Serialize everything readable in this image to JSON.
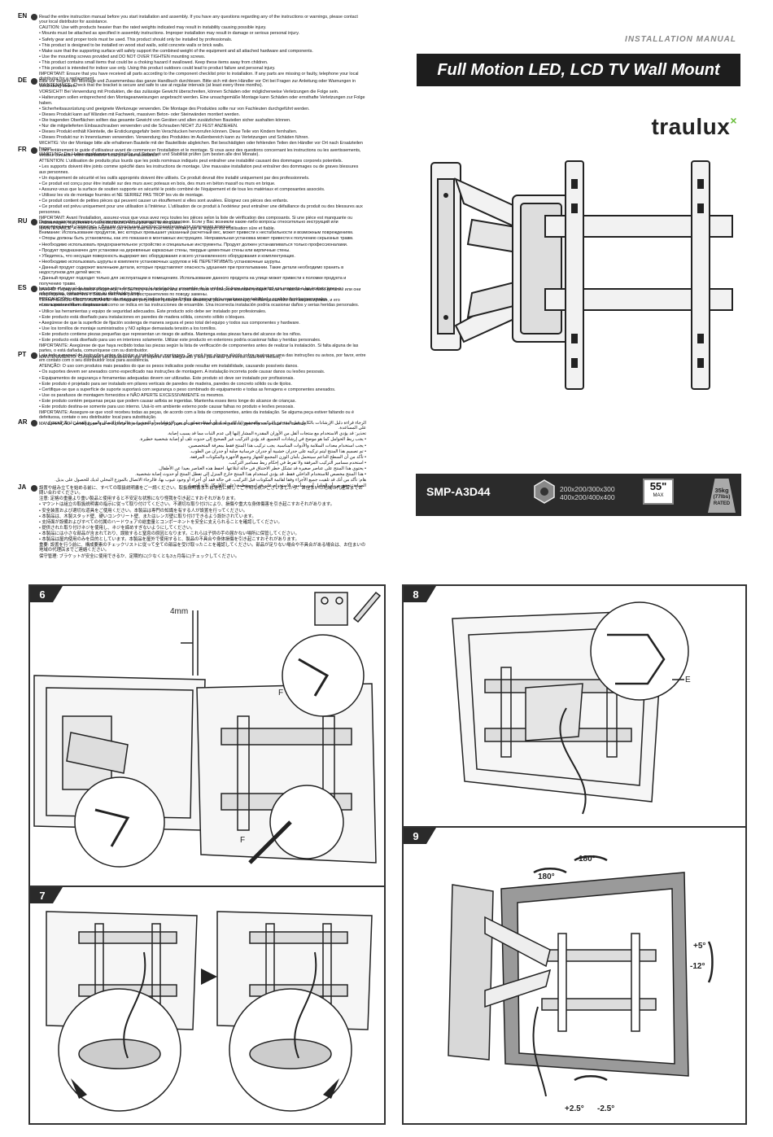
{
  "header": {
    "manual_label": "INSTALLATION MANUAL",
    "title": "Full Motion LED, LCD TV Wall Mount",
    "brand": "traulux",
    "brand_mark": "×"
  },
  "specs": {
    "model": "SMP-A3D44",
    "vesa_line1": "200x200/300x300",
    "vesa_line2": "400x200/400x400",
    "screen_size": "55\"",
    "screen_max": "MAX",
    "load_line1": "35kg",
    "load_line2": "(77lbs)",
    "load_line3": "RATED"
  },
  "languages": [
    {
      "code": "EN",
      "paragraphs": [
        "Read the entire instruction manual before you start installation and assembly. If you have any questions regarding any of the instructions or warnings, please contact your local distributor for assistance.",
        "CAUTION: Use with products heavier than the rated weights indicated may result in instability causing possible injury.",
        "• Mounts must be attached as specified in assembly instructions. Improper installation may result in damage or serious personal injury.",
        "• Safety gear and proper tools must be used. This product should only be installed by professionals.",
        "• This product is designed to be installed on wood stud walls, solid concrete walls or brick walls.",
        "• Make sure that the supporting surface will safely support the combined weight of the equipment and all attached hardware and components.",
        "• Use the mounting screws provided and DO NOT OVER TIGHTEN mounting screws.",
        "• This product contains small items that could be a choking hazard if swallowed. Keep these items away from children.",
        "• This product is intended for indoor use only. Using this product outdoors could lead to product failure and personal injury.",
        "IMPORTANT: Ensure that you have received all parts according to the component checklist prior to installation. If any parts are missing or faulty, telephone your local distributor for a replacement.",
        "MAINTENANCE: Check that the bracket is secure and safe to use at regular intervals (at least every three months)."
      ]
    },
    {
      "code": "DE",
      "paragraphs": [
        "Bitte vor Beginn der Montage und Zusammenbau das ganze Handbuch durchlesen. Bitte sich mit dem Händler vor Ort bei Fragen zur Anleitung oder Warnungen in Verbindung setzen.",
        "VORSICHT! Bei Verwendung mit Produkten, die das zulässige Gewicht überschreiten, können Schäden oder möglicherweise Verletzungen die Folge sein.",
        "• Halterungen sollen entsprechend den Montageanweisungen angebracht werden. Eine unsachgemäße Montage kann Schäden oder ernsthafte Verletzungen zur Folge haben.",
        "• Sicherheitsausrüstung und geeignete Werkzeuge verwenden. Die Montage des Produktes sollte nur von Fachleuten durchgeführt werden.",
        "• Dieses Produkt kann auf Wänden mit Fachwerk, massiven Beton- oder Steinwänden montiert werden.",
        "• Die tragenden Oberflächen sollten das gesamte Gewicht von Geräten und allen zusätzlichen Bauteilen sicher aushalten können.",
        "• Nur die mitgelieferten Einbauschrauben verwenden und die Schrauben NICHT ZU FEST ANZIEHEN.",
        "• Dieses Produkt enthält Kleinteile, die Erstickungsgefahr beim Verschlucken hervorrufen können. Diese Teile von Kindern fernhalten.",
        "• Dieses Produkt nur in Innenräumen verwenden. Verwendung des Produktes im Außenbereich kann zu Verletzungen und Schäden führen.",
        "WICHTIG: Vor der Montage bitte alle erhaltenen Bauteile mit der Bauteilliste abgleichen. Bei beschädigten oder fehlenden Teilen den Händler vor Ort nach Ersatzteilen fragen.",
        "WARTUNG: Die Halterungsklammer regelmäßig auf Sicherheit und Stabilität prüfen (um besten alle drei Monate)."
      ]
    },
    {
      "code": "FR",
      "paragraphs": [
        "Lisez entièrement le guide d'utilisateur avant de commencer l'installation et le montage. Si vous avez des questions concernant les instructions ou les avertissements, veuillez contacter votre distributeur local pour une assistance.",
        "ATTENTION: L'utilisation de produits plus lourds que les poids nominaux indiqués peut entraîner une instabilité causant des dommages corporels potentiels.",
        "• Les supports doivent être joints comme spécifié dans les instructions de montage. Une mauvaise installation peut entraîner des dommages ou de graves blessures aux personnes.",
        "• Un équipement de sécurité et les outils appropriés doivent être utilisés. Ce produit devrait être installé uniquement par des professionnels.",
        "• Ce produit est conçu pour être installé sur des murs avec poteaux en bois, des murs en béton massif ou murs en brique.",
        "• Assurez-vous que la surface de soutien supporte en sécurité le poids combiné de l'équipement et de tous les matériaux et composantes associés.",
        "• Utilisez les vis de montage fournies et NE SERREZ PAS TROP les vis de montage.",
        "• Ce produit contient de petites pièces qui peuvent causer un étouffement si elles sont avalées. Éloignez ces pièces des enfants.",
        "• Ce produit est prévu uniquement pour une utilisation à l'intérieur. L'utilisation de ce produit à l'extérieur peut entraîner une défaillance du produit ou des blessures aux personnes.",
        "IMPORTANT: Avant l'installation, assurez-vous que vous avez reçu toutes les pièces selon la liste de vérification des composants. Si une pièce est manquante ou endommagée, téléphonez à votre distributeur local pour qu'il la remplace.",
        "MAINTENANCE: À intervalles réguliers (au moins tous les trois mois) vérifiez que le support est d'utilisation sûre et fiable."
      ]
    },
    {
      "code": "RU",
      "paragraphs": [
        "Перед началом установки и сборки прочитайте руководство по установке. Если у Вас возникли какие-либо вопросы относительно инструкций или предупреждений, свяжитесь с Вашим локальным распространителем для получения помощи.",
        "Внимание: Использование продуктов, вес которых превышает указанный расчетный вес, может привести к нестабильности и возможным повреждениям.",
        "• Опоры должны быть установлены, как это показано в монтажных инструкциях. Неправильная установка может привести к получению серьезных травм.",
        "• Необходимо использовать предохранительное устройство и специальные инструменты. Продукт должен устанавливаться только профессионалами.",
        "• Продукт предназначен для установки на деревянные каркасные стены, твердые цементные стены или кирпичные стены.",
        "• Убедитесь, что несущая поверхность выдержит вес оборудования и всего установленного оборудования и комплектующих.",
        "• Необходимо использовать шурупы в комплекте установочных шурупов и НЕ ПЕРЕТЯГИВАТЬ установочные шурупы.",
        "• Данный продукт содержит маленькие детали, которые представляют опасность удушения при проглатывании. Такие детали необходимо хранить в недоступном для детей месте.",
        "• Данный продукт подходит только для эксплуатации в помещениях. Использование данного продукта на улице может привести к поломке продукта и получению травм.",
        "ВАЖНО: Перед установкой убедитесь, что Вы получили все детали в соответствии со списком комплектующих. Если не хватает каких-либо деталей или они повреждены, свяжитесь с Вашим местным распространителем по поводу замены.",
        "ТЕХНИЧЕСКОЕ ОБСЛУЖИВАНИЕ: Необходимо регулярно проверять (как минимум, раз в три месяца), чтобы кронштейн был зафиксирован, и его использование было безопасным."
      ]
    },
    {
      "code": "ES",
      "paragraphs": [
        "Lea todo el manual de instrucciones antes de comenzar la instalación y ensamble de la unidad. Si tiene alguna inquietud con respecto a las instrucciones o advertencias, comuníquese con su distribuidor local.",
        "PRECAUCIÓN: utilizar con productos de mayor peso al indicado en los límites de peso podría ocasionar inestabilidad y posibles heridas personales.",
        "• Los soportes deben aceptarse tal como se indica en las instrucciones de ensamble. Una incorrecta instalación podría ocasionar daños y serias heridas personales.",
        "• Utilice las herramientas y equipo de seguridad adecuados. Este producto solo debe ser instalado por profesionales.",
        "• Este producto está diseñado para instalaciones en paredes de madera sólida, concreto sólido o bloques.",
        "• Asegúrese de que la superficie de fijación sostenga de manera segura el peso total del equipo y todos sus componentes y hardware.",
        "• Use los tornillos de montaje suministrados y NO aplique demasiada tensión a los tornillos.",
        "• Este producto contiene piezas pequeñas que representan un riesgo de asfixia. Mantenga estas piezas fuera del alcance de los niños.",
        "• Este producto está diseñado para uso en interiores solamente. Utilizar este producto en exteriores podría ocasionar fallas y heridas personales.",
        "IMPORTANTE: Asegúrese de que haya recibido todas las piezas según la lista de verificación de componentes antes de realizar la instalación. Si falta alguna de las partes, o está dañada, comuníquese con su distribuidor.",
        "MANTENIMIENTO: Compruebe periódicamente que el soporte esté asegurado y listo para usar (al menos cada tres meses)."
      ]
    },
    {
      "code": "PT",
      "paragraphs": [
        "Leia todo o manual de instruções antes de iniciar a instalação e montagem. Se você tiver alguma dúvida sobre quaisquer uma das instruções ou avisos, por favor, entre em contato com o seu distribuidor local para assistência.",
        "ATENÇÃO: O uso com produtos mais pesados do que os pesos indicados pode resultar em instabilidade, causando possíveis danos.",
        "• Os suportes devem ser anexados como especificado nas instruções de montagem. A instalação incorreta pode causar danos ou lesões pessoais.",
        "• Equipamentos de segurança e ferramentas adequadas devem ser utilizadas. Este produto só deve ser instalado por profissionais.",
        "• Este produto é projetado para ser instalado em pilares verticais de paredes de madeira, paredes de concreto sólido ou de tijolos.",
        "• Certifique-se que a superfície de suporte suportará com segurança o peso combinado do equipamento e todas as ferragens e componentes anexados.",
        "• Use os parafusos de montagem fornecidos e NÃO APERTE EXCESSIVAMENTE os mesmos.",
        "• Este produto contém pequenas peças que podem causar asfixia se ingeridas. Mantenha esses itens longe do alcance de crianças.",
        "• Este produto destina-se somente para uso interno. Usá-lo em ambiente externo pode causar falhas no produto e lesões pessoais.",
        "IMPORTANTE: Assegure-se que você recebeu todas as peças, de acordo com a lista de componentes, antes da instalação. Se alguma peça estiver faltando ou é defeituosa, contate o seu distribuidor local para substituição.",
        "MANUTENÇÃO: Certifique-se que o suporte seja seguro e protegido para o uso em intervalos regulares (pelo menos a cada três meses)."
      ]
    },
    {
      "code": "AR",
      "rtl": true,
      "paragraphs": [
        "الرجاء قراءة دليل الإرشادات بالكامل قبل البدء في التركيب والتجميع. إذا كانت لديك أي أسئلة تتعلق بأي من الإرشادات أو التحذيرات، فالرجاء الاتصال بالموزع المحلي لديك للحصول على المساعدة.",
        "تحذير: قد يؤدي الاستخدام مع منتجات أثقل من الأوزان المقدرة المشار إليها إلى عدم الثبات مما قد يسبب إصابة.",
        "• يجب ربط الحوامل كما هو موضح في إرشادات التجميع. قد يؤدي التركيب غير الصحيح إلى حدوث تلف أو إصابة شخصية خطيرة.",
        "• يجب استخدام معدات السلامة والأدوات المناسبة. يجب تركيب هذا المنتج فقط بمعرفة المتخصصين.",
        "• تم تصميم هذا المنتج ليتم تركيبه على جدران خشبية أو جدران خرسانية صلبة أو جدران من الطوب.",
        "• تأكد من أن السطح الداعم سيتحمل بأمان الوزن المجمع للجهاز وجميع الأجهزة والمكونات المرفقة.",
        "• استخدم مسامير التركيب المرفقة ولا تفرط في إحكام ربط مسامير التركيب.",
        "• يحتوي هذا المنتج على عناصر صغيرة قد تشكل خطر الاختناق في حالة ابتلاعها. احفظ هذه العناصر بعيدا عن الأطفال.",
        "• هذا المنتج مخصص للاستخدام الداخلي فقط. قد يؤدي استخدام هذا المنتج خارج المنزل إلى تعطل المنتج أو حدوث إصابة شخصية.",
        "هام: تأكد من أنك قد تلقيت جميع الأجزاء وفقا لقائمة المكونات قبل التركيب. في حالة فقد أي أجزاء أو وجود عيوب بها، فالرجاء الاتصال بالموزع المحلي لديك للحصول على بديل.",
        "الصيانة: تحقق من أن الحامل آمن ومأمون الاستخدام على فترات منتظمة (على الأقل كل ثلاثة أشهر)."
      ]
    },
    {
      "code": "JA",
      "paragraphs": [
        "設置や組み立てを始める前に、すべての取扱説明書をご一読ください。取扱説明書または警告に関してご不明な点がございましたら、お住まいの地域の代理店までお問い合わせください。",
        "注意: 定格の重量より重い製品と使用すると不安定な状態になり怪我を引き起こすおそれがあります。",
        "• マウントは組立の取扱説明書の指示に従って取り付けてください。不適切な取り付けにより、損傷や重大な身体傷害を引き起こすおそれがあります。",
        "• 安全装置および適切な道具をご使用ください。本製品は専門の知識を有する人が設置を行ってください。",
        "• 本製品は、木製スタッド壁、硬いコンクリート壁、またはレンガ壁に取り付けできるよう設計されています。",
        "• 支持面が設備およびすべての付属のハードウェアの総重量とコンポーネントを安全に支えられることを確認してください。",
        "• 提供された取り付けネジを使用し、ネジを締めすぎないようにしてください。",
        "• 本製品には小さな部品が含まれており、誤飲すると窒息の原因となります。これらは子供の手の届かない場所に保管してください。",
        "• 本製品は屋内使用のみを目的としています。本製品を屋外で使用すると、製品の不具合や身体損傷を引き起こすおそれがあります。",
        "重要: 設置を行う前に、構成要素のチェックリストに従って全ての部品を受け取ったことを確認してください。部品が足りない場合や不具合がある場合は、お住まいの地域の代理店までご連絡ください。",
        "保守管理: ブラケットが安全に使用できるか、定期的に(少なくとも3ヵ月毎に)チェックしてください。"
      ]
    }
  ],
  "steps": [
    {
      "number": "6",
      "labels": [
        "4mm",
        "F",
        "F"
      ]
    },
    {
      "number": "7",
      "labels": []
    },
    {
      "number": "8",
      "labels": [
        "E"
      ]
    },
    {
      "number": "9",
      "labels": [
        "180°",
        "180°",
        "+5°",
        "-12°",
        "+2.5°",
        "-2.5°"
      ]
    }
  ],
  "colors": {
    "dark": "#1d1d1d",
    "brand_accent": "#6cbf3f",
    "panel_border": "#333333"
  }
}
